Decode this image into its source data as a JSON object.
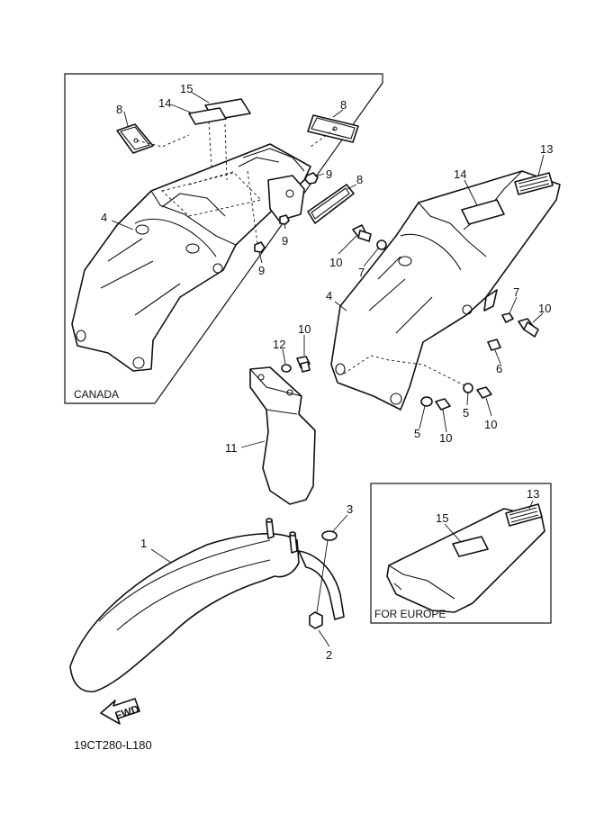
{
  "callouts": {
    "canada_8a": "8",
    "canada_14": "14",
    "canada_15": "15",
    "canada_8b": "8",
    "canada_9a": "9",
    "canada_8c": "8",
    "canada_4": "4",
    "canada_9b": "9",
    "canada_9c": "9",
    "main_13": "13",
    "main_14": "14",
    "main_10a": "10",
    "main_7a": "7",
    "main_4": "4",
    "main_7b": "7",
    "main_10b": "10",
    "main_6": "6",
    "main_5a": "5",
    "main_10c": "10",
    "main_5b": "5",
    "main_10d": "10",
    "flap_10": "10",
    "flap_12": "12",
    "flap_11": "11",
    "front_1": "1",
    "front_3": "3",
    "front_2": "2",
    "europe_13": "13",
    "europe_15": "15"
  },
  "insets": {
    "canada_label": "CANADA",
    "europe_label": "FOR EUROPE"
  },
  "fwd_label": "FWD",
  "diagram_code": "19CT280-L180",
  "colors": {
    "line": "#111111",
    "background": "#ffffff"
  }
}
